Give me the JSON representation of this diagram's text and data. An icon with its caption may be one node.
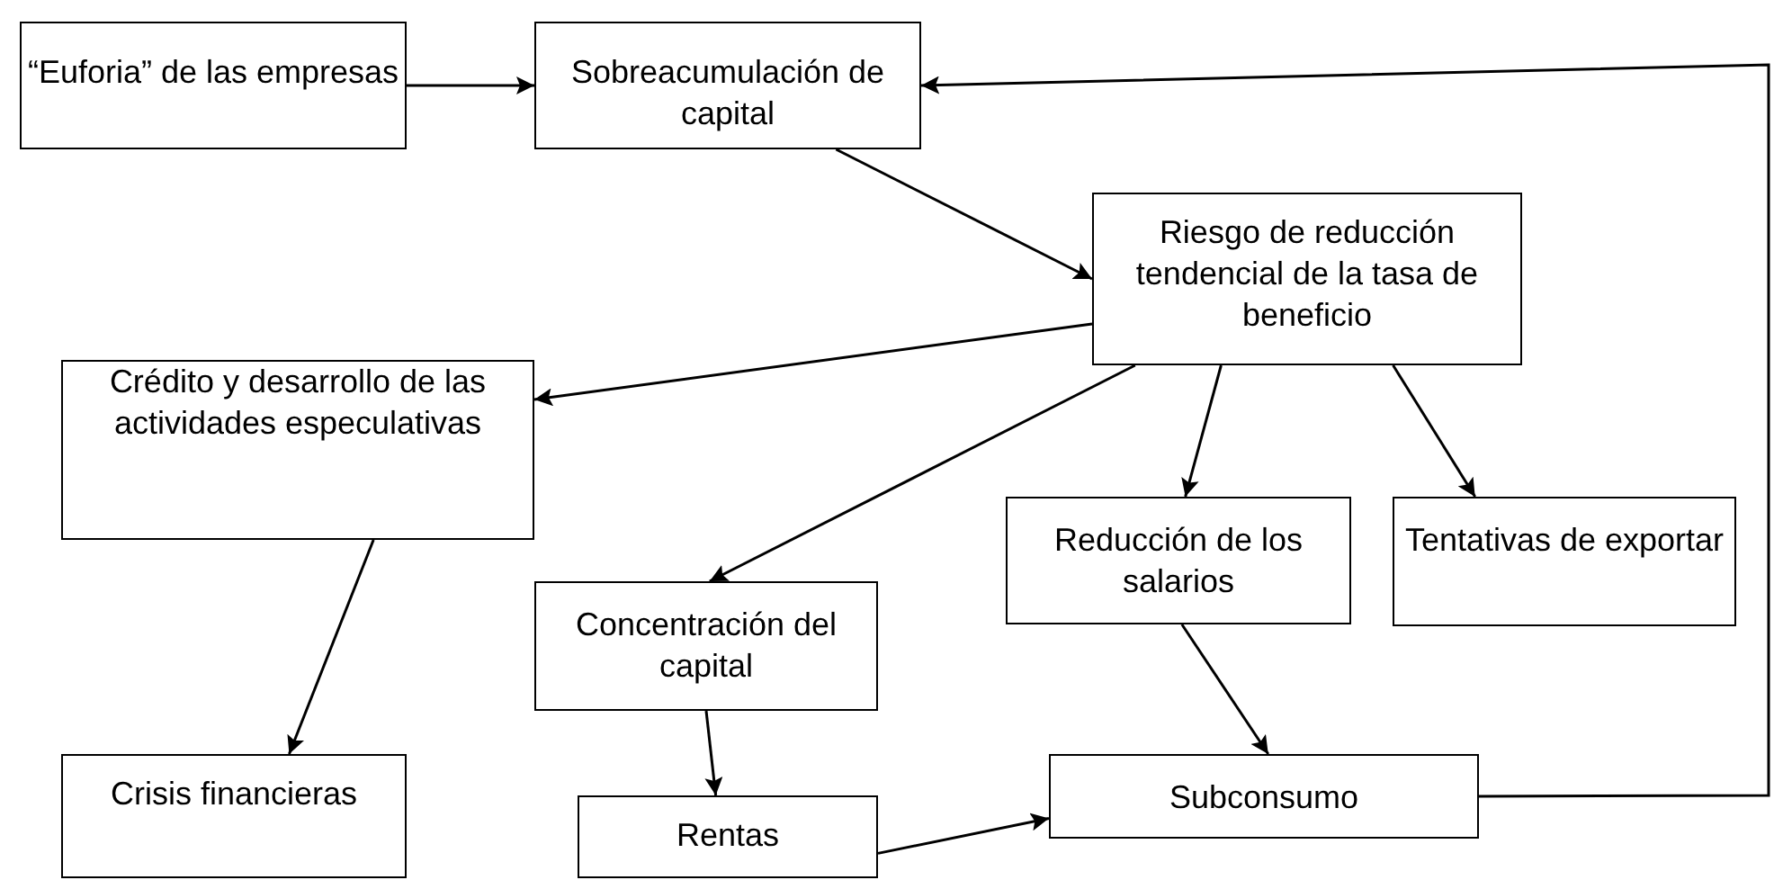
{
  "diagram": {
    "nodes": [
      {
        "text": [
          "“Euforia” de las empresas"
        ]
      },
      {
        "text": [
          "Sobreacumulación de capital"
        ]
      },
      {
        "text": [
          "Riesgo de reducción tendencial de la tasa de beneficio"
        ]
      },
      {
        "text": [
          "Crédito y desarrollo de las actividades especulativas"
        ]
      },
      {
        "text": [
          "Reducción de los salarios"
        ]
      },
      {
        "text": [
          "Tentativas de exportar"
        ]
      },
      {
        "text": [
          "Concentración del capital"
        ]
      },
      {
        "text": [
          "Crisis financieras"
        ]
      },
      {
        "text": [
          "Rentas"
        ]
      },
      {
        "text": [
          "Subconsumo"
        ]
      }
    ],
    "edges": [
      {
        "from": 0,
        "to": 1,
        "arrow": "to"
      },
      {
        "from": 9,
        "to": 1,
        "arrow": "to"
      },
      {
        "from": 1,
        "to": 2,
        "arrow": "to"
      },
      {
        "from": 2,
        "to": 3,
        "arrow": "to"
      },
      {
        "from": 2,
        "to": 6,
        "arrow": "to"
      },
      {
        "from": 2,
        "to": 4,
        "arrow": "to"
      },
      {
        "from": 2,
        "to": 5,
        "arrow": "to"
      },
      {
        "from": 3,
        "to": 7,
        "arrow": "to"
      },
      {
        "from": 6,
        "to": 8,
        "arrow": "to"
      },
      {
        "from": 4,
        "to": 9,
        "arrow": "to"
      },
      {
        "from": 8,
        "to": 9,
        "arrow": "to"
      }
    ]
  }
}
